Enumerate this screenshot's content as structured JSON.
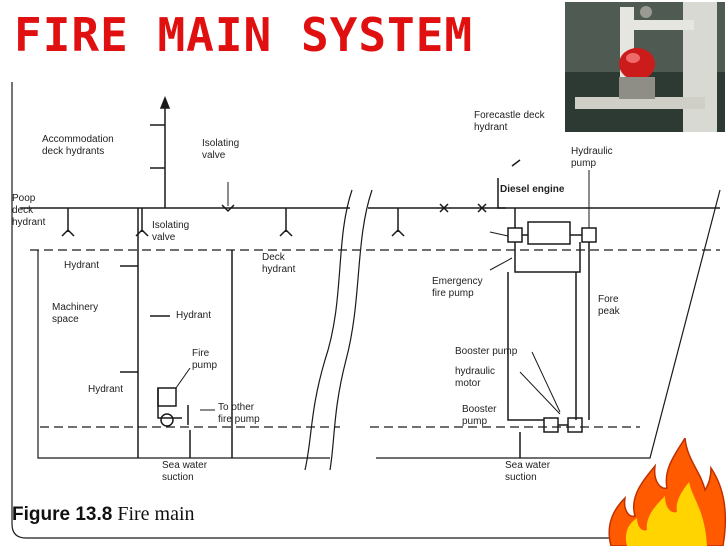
{
  "slide": {
    "title": "FIRE MAIN SYSTEM",
    "caption_figure": "Figure 13.8",
    "caption_text": "Fire main"
  },
  "photo": {
    "subject": "hydraulic fire pump with red motor housing"
  },
  "decor": {
    "corner_icon": "flame-icon",
    "flame_outer": "#ff5a00",
    "flame_inner": "#ffd400"
  },
  "colors": {
    "title": "#e01010",
    "line": "#1a1a1a"
  },
  "labels": {
    "accommodation": "Accommodation\ndeck hydrants",
    "isolating_valve_top": "Isolating\nvalve",
    "poop_deck": "Poop\ndeck\nhydrant",
    "isolating_valve_mid": "Isolating\nvalve",
    "hydrant_left": "Hydrant",
    "deck_hydrant": "Deck\nhydrant",
    "machinery_space": "Machinery\nspace",
    "hydrant_mid": "Hydrant",
    "fire_pump": "Fire\npump",
    "hydrant_low": "Hydrant",
    "to_other": "To other\nfire pump",
    "sea_water_left": "Sea water\nsuction",
    "forecastle": "Forecastle deck\nhydrant",
    "hydraulic_pump": "Hydraulic\npump",
    "diesel_engine": "Diesel engine",
    "emergency_pump": "Emergency\nfire pump",
    "fore_peak": "Fore\npeak",
    "booster_pump_top": "Booster pump",
    "hydraulic_motor": "hydraulic\nmotor",
    "booster_pump_low": "Booster\npump",
    "sea_water_right": "Sea water\nsuction"
  }
}
